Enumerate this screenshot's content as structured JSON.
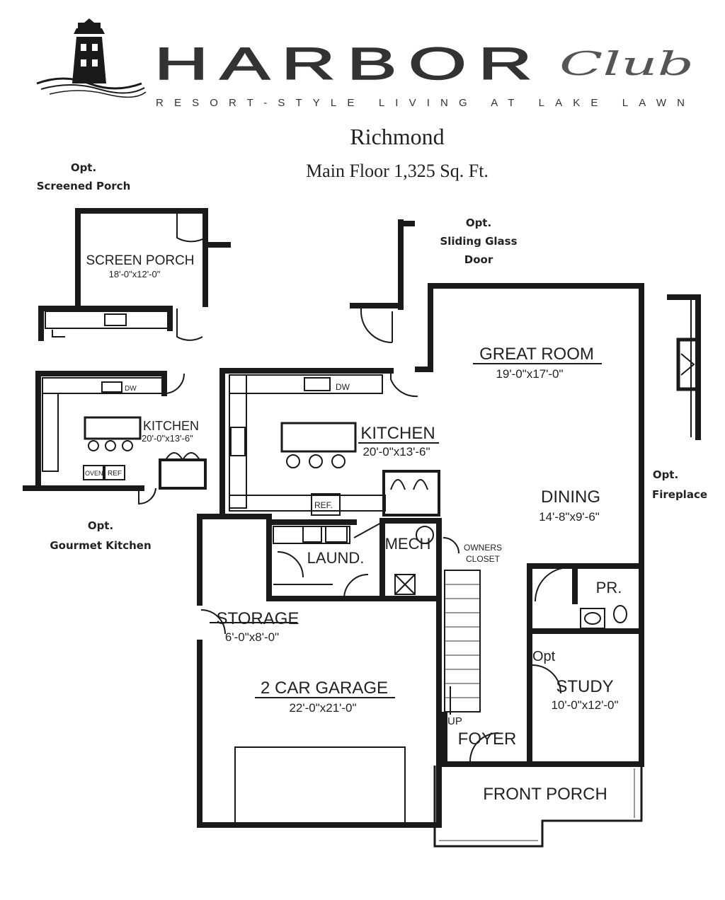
{
  "brand": {
    "name": "HARBOR",
    "script": "Club",
    "tagline": "RESORT-STYLE LIVING AT LAKE LAWN"
  },
  "plan": {
    "title": "Richmond",
    "subtitle": "Main Floor 1,325 Sq. Ft."
  },
  "options": {
    "screened_porch": {
      "line1": "Opt.",
      "line2": "Screened Porch"
    },
    "sliding_door": {
      "line1": "Opt.",
      "line2": "Sliding Glass",
      "line3": "Door"
    },
    "fireplace": {
      "line1": "Opt.",
      "line2": "Fireplace"
    },
    "gourmet_kitchen": {
      "line1": "Opt.",
      "line2": "Gourmet Kitchen"
    },
    "study_opt": "Opt"
  },
  "rooms": {
    "screen_porch": {
      "name": "SCREEN PORCH",
      "dim": "18'-0\"x12'-0\""
    },
    "opt_kitchen": {
      "name": "KITCHEN",
      "dim": "20'-0\"x13'-6\""
    },
    "kitchen": {
      "name": "KITCHEN",
      "dim": "20'-0\"x13'-6\""
    },
    "great_room": {
      "name": "GREAT ROOM",
      "dim": "19'-0\"x17'-0\""
    },
    "dining": {
      "name": "DINING",
      "dim": "14'-8\"x9'-6\""
    },
    "laundry": {
      "name": "LAUND."
    },
    "mech": {
      "name": "MECH"
    },
    "owners_closet": {
      "line1": "OWNERS",
      "line2": "CLOSET"
    },
    "powder": {
      "name": "PR."
    },
    "storage": {
      "name": "STORAGE",
      "dim": "6'-0\"x8'-0\""
    },
    "garage": {
      "name": "2 CAR GARAGE",
      "dim": "22'-0\"x21'-0\""
    },
    "study": {
      "name": "STUDY",
      "dim": "10'-0\"x12'-0\""
    },
    "foyer": {
      "name": "FOYER"
    },
    "up": "UP",
    "front_porch": {
      "name": "FRONT PORCH"
    }
  },
  "appliances": {
    "dw": "DW",
    "ref": "REF.",
    "opt_dw": "DW",
    "opt_ref": "REF",
    "opt_oven": "OVEN"
  }
}
